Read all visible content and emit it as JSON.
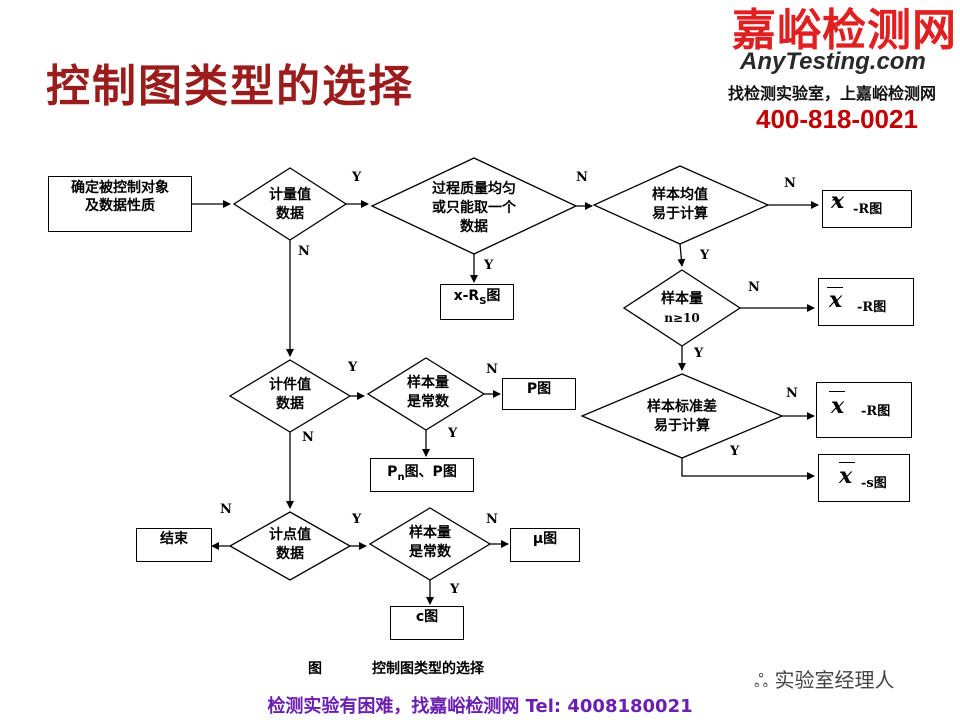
{
  "title": "控制图类型的选择",
  "logo": {
    "main": "嘉峪检测网",
    "sub": "AnyTesting.com",
    "slogan": "找检测实验室，上嘉峪检测网",
    "phone": "400-818-0021"
  },
  "nodes": {
    "start_line1": "确定被控制对象",
    "start_line2": "及数据性质",
    "measure_1": "计量值",
    "measure_2": "数据",
    "process_1": "过程质量均匀",
    "process_2": "或只能取一个",
    "process_3": "数据",
    "mean_1": "样本均值",
    "mean_2": "易于计算",
    "size10_1": "样本量",
    "size10_2": "n≥10",
    "std_1": "样本标准差",
    "std_2": "易于计算",
    "count_1": "计件值",
    "count_2": "数据",
    "countconst_1": "样本量",
    "countconst_2": "是常数",
    "point_1": "计点值",
    "point_2": "数据",
    "pointconst_1": "样本量",
    "pointconst_2": "是常数",
    "end": "结束",
    "xrs_prefix": "x-R",
    "xrs_sub": "S",
    "xrs_suffix": "图",
    "p_chart": "P图",
    "pn_prefix": "P",
    "pn_sub": "n",
    "pn_suffix": "图、P图",
    "mu_chart": "μ图",
    "c_chart": "c图",
    "median_symbol": "x",
    "median_suffix": "-R图",
    "xbarR1_symbol": "x",
    "xbarR1_suffix": "-R图",
    "xbarR2_symbol": "x",
    "xbarR2_suffix": "-R图",
    "xbarS_symbol": "x",
    "xbarS_suffix": "-s图"
  },
  "edge_labels": {
    "y": "Y",
    "n": "N"
  },
  "caption": {
    "label": "图",
    "text": "控制图类型的选择"
  },
  "watermark": "实验室经理人",
  "footer": "检测实验有困难，找嘉峪检测网   Tel: 4008180021",
  "colors": {
    "title": "#9b1c1c",
    "logo_red": "#e02020",
    "phone": "#c00000",
    "footer": "#6a1fb0"
  }
}
